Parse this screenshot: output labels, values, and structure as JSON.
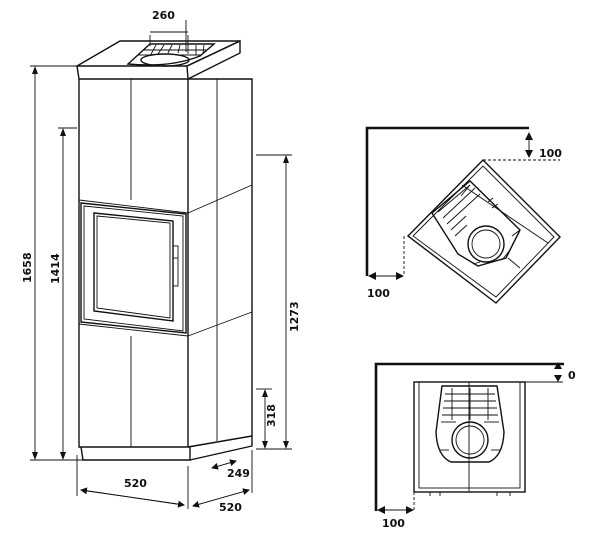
{
  "dimensions": {
    "top_opening_width": "260",
    "total_height": "1658",
    "door_top_height": "1414",
    "side_height": "1273",
    "lower_height": "318",
    "front_width": "520",
    "side_depth": "520",
    "base_offset": "249",
    "corner_back_clearance": "100",
    "corner_side_clearance": "100",
    "wall_back_clearance": "0",
    "wall_side_clearance": "100"
  }
}
